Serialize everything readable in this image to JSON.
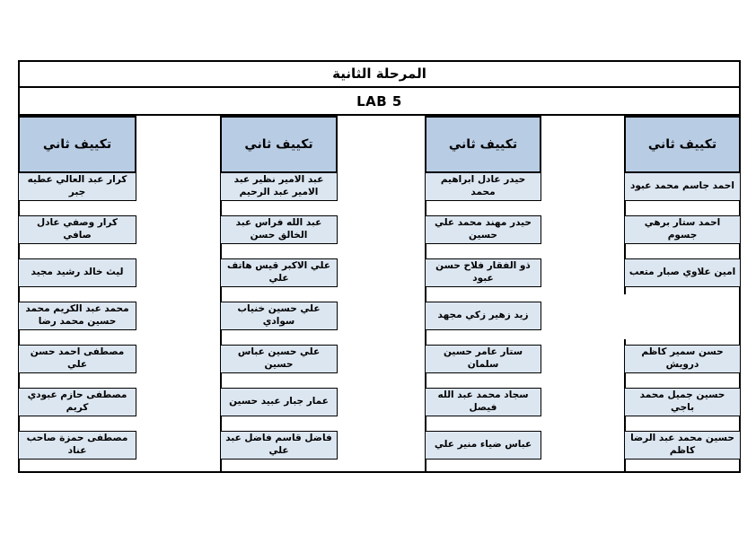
{
  "document": {
    "stage_title": "المرحلة الثانية",
    "lab_label": "LAB 5"
  },
  "columns": [
    {
      "header": "تكييف ثاني",
      "students": [
        "احمد جاسم محمد عبود",
        "احمد ستار برهي جسوم",
        "امين علاوي صبار متعب",
        null,
        "حسن سمير كاظم درويش",
        "حسين جميل محمد باجي",
        "حسين محمد عبد الرضا كاظم"
      ]
    },
    {
      "header": "تكييف ثاني",
      "students": [
        "حيدر عادل ابراهيم محمد",
        "حيدر مهند محمد علي حسين",
        "ذو الفقار فلاح حسن عبود",
        "زيد زهير زكي مجهد",
        "ستار عامر حسين سلمان",
        "سجاد محمد عبد الله فيصل",
        "عباس ضياء منير علي"
      ]
    },
    {
      "header": "تكييف ثاني",
      "students": [
        "عبد الامير نظير عبد الامير عبد الرحيم",
        "عبد الله فراس عبد الخالق حسن",
        "علي الاكبر قيس هاتف علي",
        "علي حسين خنياب سوادي",
        "علي حسين عباس حسين",
        "عمار جبار عبيد حسين",
        "فاضل قاسم فاضل عبد علي"
      ]
    },
    {
      "header": "تكييف ثاني",
      "students": [
        "كرار عبد العالي عطيه جبر",
        "كرار وصفي عادل صافي",
        "ليث خالد رشيد مجيد",
        "محمد عبد الكريم محمد حسين محمد رضا",
        "مصطفى احمد حسن علي",
        "مصطفى حازم عبودي كريم",
        "مصطفى حمزة صاحب عناد"
      ]
    }
  ],
  "colors": {
    "header_fill": "#b8cce4",
    "cell_fill": "#dce6f1",
    "border": "#000000"
  }
}
